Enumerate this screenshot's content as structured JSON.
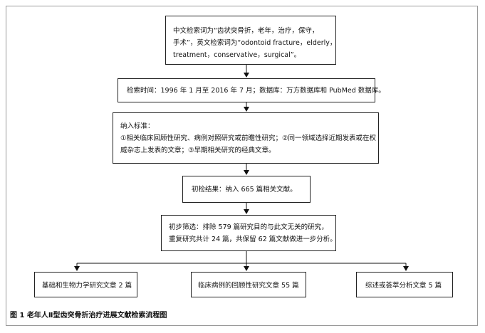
{
  "flowchart": {
    "search_terms": {
      "line1": "中文检索词为“齿状突骨折，老年，治疗，保守，",
      "line2": "手术”，英文检索词为“odontoid fracture，elderly，",
      "line3": "treatment，conservative，surgical”。"
    },
    "search_scope": "检索时间：1996 年 1 月至 2016 年 7 月；数据库：万方数据库和 PubMed 数据库。",
    "inclusion": {
      "title": "纳入标准：",
      "line1": "①相关临床回顾性研究、病例对照研究或前瞻性研究；②同一领域选择近期发表或在权",
      "line2": "威杂志上发表的文章；③早期相关研究的经典文章。"
    },
    "initial_result": "初检结果：纳入 665 篇相关文献。",
    "screening": {
      "line1": "初步筛选：排除 579 篇研究目的与此文无关的研究，",
      "line2": "重复研究共计 24 篇，共保留 62 篇文献做进一步分析。"
    },
    "outcomes": {
      "basic": "基础和生物力学研究文章 2 篇",
      "clinical": "临床病例的回顾性研究文章 55 篇",
      "review": "综述或荟萃分析文章 5 篇"
    }
  },
  "figure_caption": "图 1   老年人Ⅱ型齿突骨折治疗进展文献检索流程图"
}
